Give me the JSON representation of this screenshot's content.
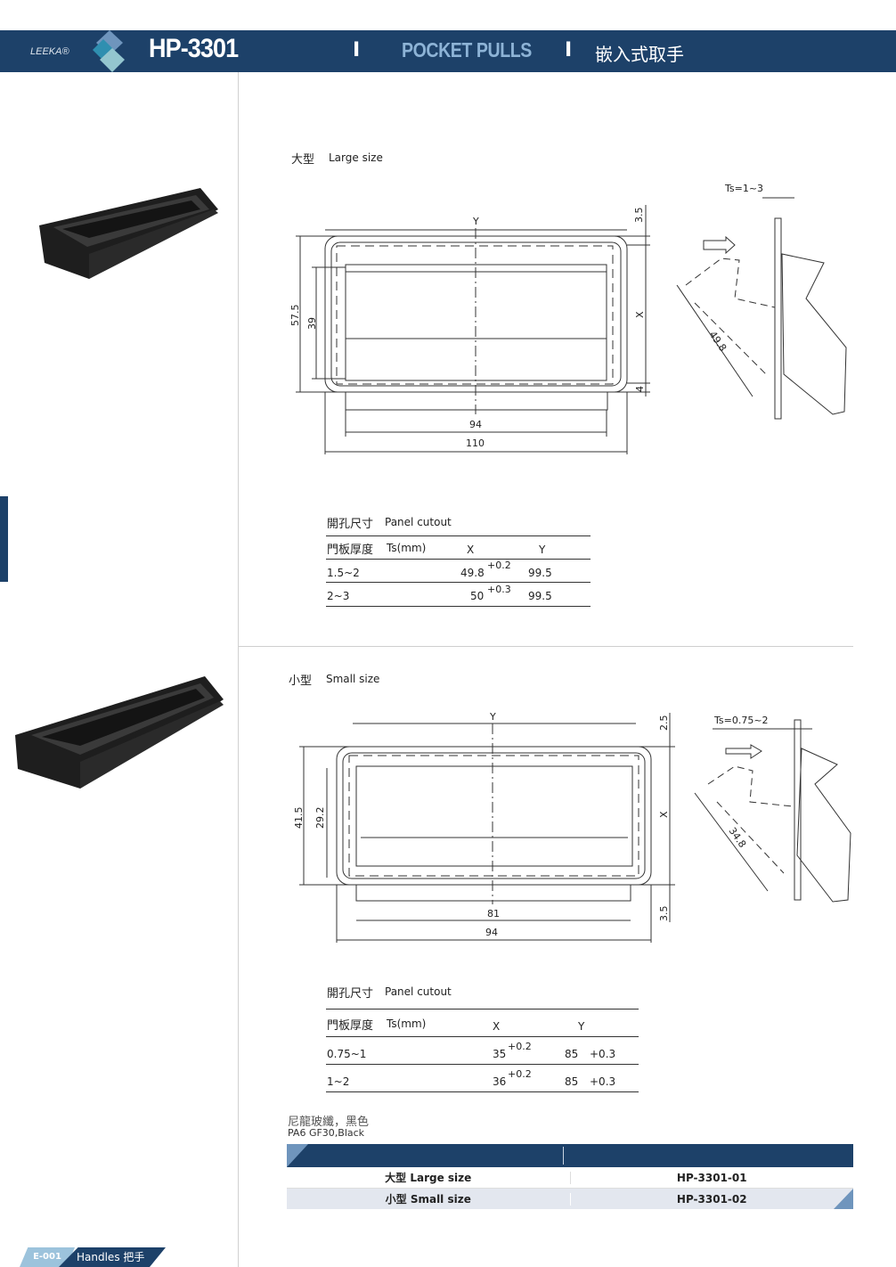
{
  "header": {
    "brand": "LEEKA®",
    "model": "HP-3301",
    "separator": "I",
    "category_en": "POCKET PULLS",
    "category_cn": "嵌入式取手"
  },
  "large": {
    "title_cn": "大型",
    "title_en": "Large size",
    "dims": {
      "y": "Y",
      "top_gap": "3.5",
      "x": "X",
      "bottom_gap": "4",
      "height_outer": "57.5",
      "height_inner": "39",
      "width_inner": "94",
      "width_outer": "110",
      "ts": "Ts=1~3",
      "swing": "49.8"
    },
    "cutout": {
      "title_cn": "開孔尺寸",
      "title_en": "Panel cutout",
      "head": [
        "門板厚度",
        "Ts(mm)",
        "X",
        "Y"
      ],
      "rows": [
        {
          "ts": "1.5~2",
          "x": "49.8",
          "xtol": "+0.2",
          "y": "99.5",
          "ytol": ""
        },
        {
          "ts": "2~3",
          "x": "50",
          "xtol": "+0.3",
          "y": "99.5",
          "ytol": ""
        }
      ]
    }
  },
  "small": {
    "title_cn": "小型",
    "title_en": "Small size",
    "dims": {
      "y": "Y",
      "top_gap": "2.5",
      "x": "X",
      "bottom_gap": "3.5",
      "height_outer": "41.5",
      "height_inner": "29.2",
      "width_inner": "81",
      "width_outer": "94",
      "ts": "Ts=0.75~2",
      "swing": "34.8"
    },
    "cutout": {
      "title_cn": "開孔尺寸",
      "title_en": "Panel cutout",
      "head": [
        "門板厚度",
        "Ts(mm)",
        "X",
        "Y"
      ],
      "rows": [
        {
          "ts": "0.75~1",
          "x": "35",
          "xtol": "+0.2",
          "y": "85",
          "ytol": "+0.3"
        },
        {
          "ts": "1~2",
          "x": "36",
          "xtol": "+0.2",
          "y": "85",
          "ytol": "+0.3"
        }
      ]
    }
  },
  "material": {
    "cn": "尼龍玻纖，黑色",
    "en": "PA6 GF30,Black"
  },
  "parts": [
    {
      "size": "大型 Large size",
      "code": "HP-3301-01"
    },
    {
      "size": "小型 Small size",
      "code": "HP-3301-02"
    }
  ],
  "footer": {
    "code": "E-001",
    "section": "Handles 把手"
  },
  "colors": {
    "brand": "#1d4169",
    "accent": "#8db3d6",
    "row_alt": "#e3e7ef"
  }
}
